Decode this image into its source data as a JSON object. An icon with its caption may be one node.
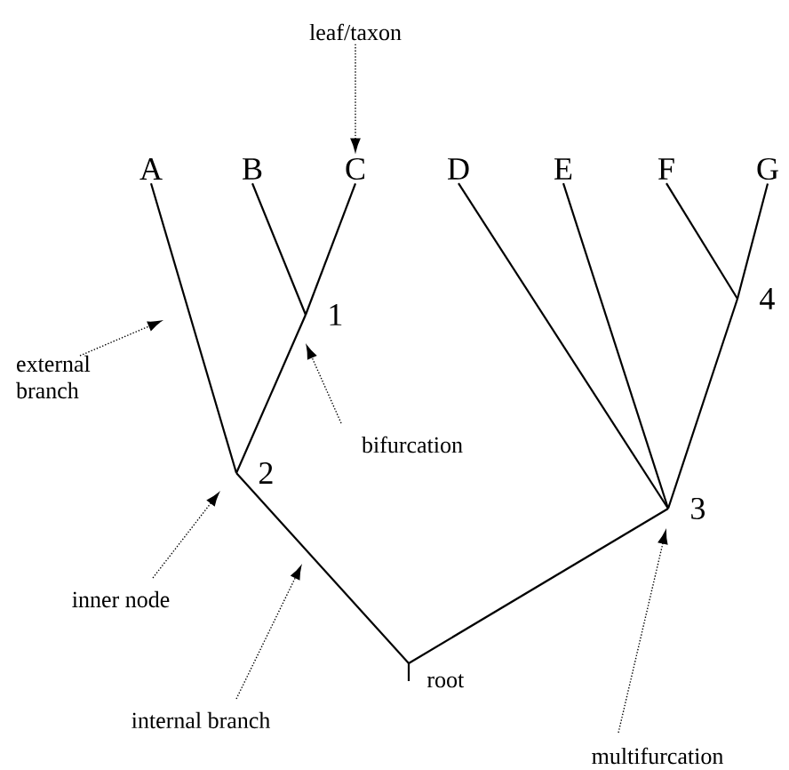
{
  "diagram": {
    "nodes": [
      {
        "text": [
          "A"
        ]
      },
      {
        "text": [
          "B"
        ]
      },
      {
        "text": [
          "C"
        ]
      },
      {
        "text": [
          "D"
        ]
      },
      {
        "text": [
          "E"
        ]
      },
      {
        "text": [
          "F"
        ]
      },
      {
        "text": [
          "G"
        ]
      },
      {
        "text": [
          "1"
        ]
      },
      {
        "text": [
          "2"
        ]
      },
      {
        "text": [
          "3"
        ]
      },
      {
        "text": [
          "4"
        ]
      },
      {
        "text": [
          "root"
        ]
      },
      {
        "text": [
          "leaf/taxon"
        ]
      },
      {
        "text": [
          "external branch"
        ]
      },
      {
        "text": [
          "bifurcation"
        ]
      },
      {
        "text": [
          "inner node"
        ]
      },
      {
        "text": [
          "internal branch"
        ]
      },
      {
        "text": [
          "multifurcation"
        ]
      }
    ],
    "edges": [
      {
        "from": 0,
        "to": 8,
        "arrow": "none"
      },
      {
        "from": 1,
        "to": 7,
        "arrow": "none"
      },
      {
        "from": 2,
        "to": 7,
        "arrow": "none"
      },
      {
        "from": 7,
        "to": 8,
        "arrow": "none"
      },
      {
        "from": 3,
        "to": 9,
        "arrow": "none"
      },
      {
        "from": 4,
        "to": 9,
        "arrow": "none"
      },
      {
        "from": 5,
        "to": 10,
        "arrow": "none"
      },
      {
        "from": 6,
        "to": 10,
        "arrow": "none"
      },
      {
        "from": 10,
        "to": 9,
        "arrow": "none"
      },
      {
        "from": 8,
        "to": 11,
        "arrow": "none"
      },
      {
        "from": 9,
        "to": 11,
        "arrow": "none"
      },
      {
        "from": 12,
        "to": 2,
        "arrow": "to",
        "style": "dashed"
      },
      {
        "from": 13,
        "to": null,
        "arrow": "to",
        "style": "dashed"
      },
      {
        "from": 14,
        "to": 7,
        "arrow": "to",
        "style": "dashed"
      },
      {
        "from": 15,
        "to": 8,
        "arrow": "to",
        "style": "dashed"
      },
      {
        "from": 16,
        "to": null,
        "arrow": "to",
        "style": "dashed"
      },
      {
        "from": 17,
        "to": 9,
        "arrow": "to",
        "style": "dashed"
      }
    ]
  }
}
